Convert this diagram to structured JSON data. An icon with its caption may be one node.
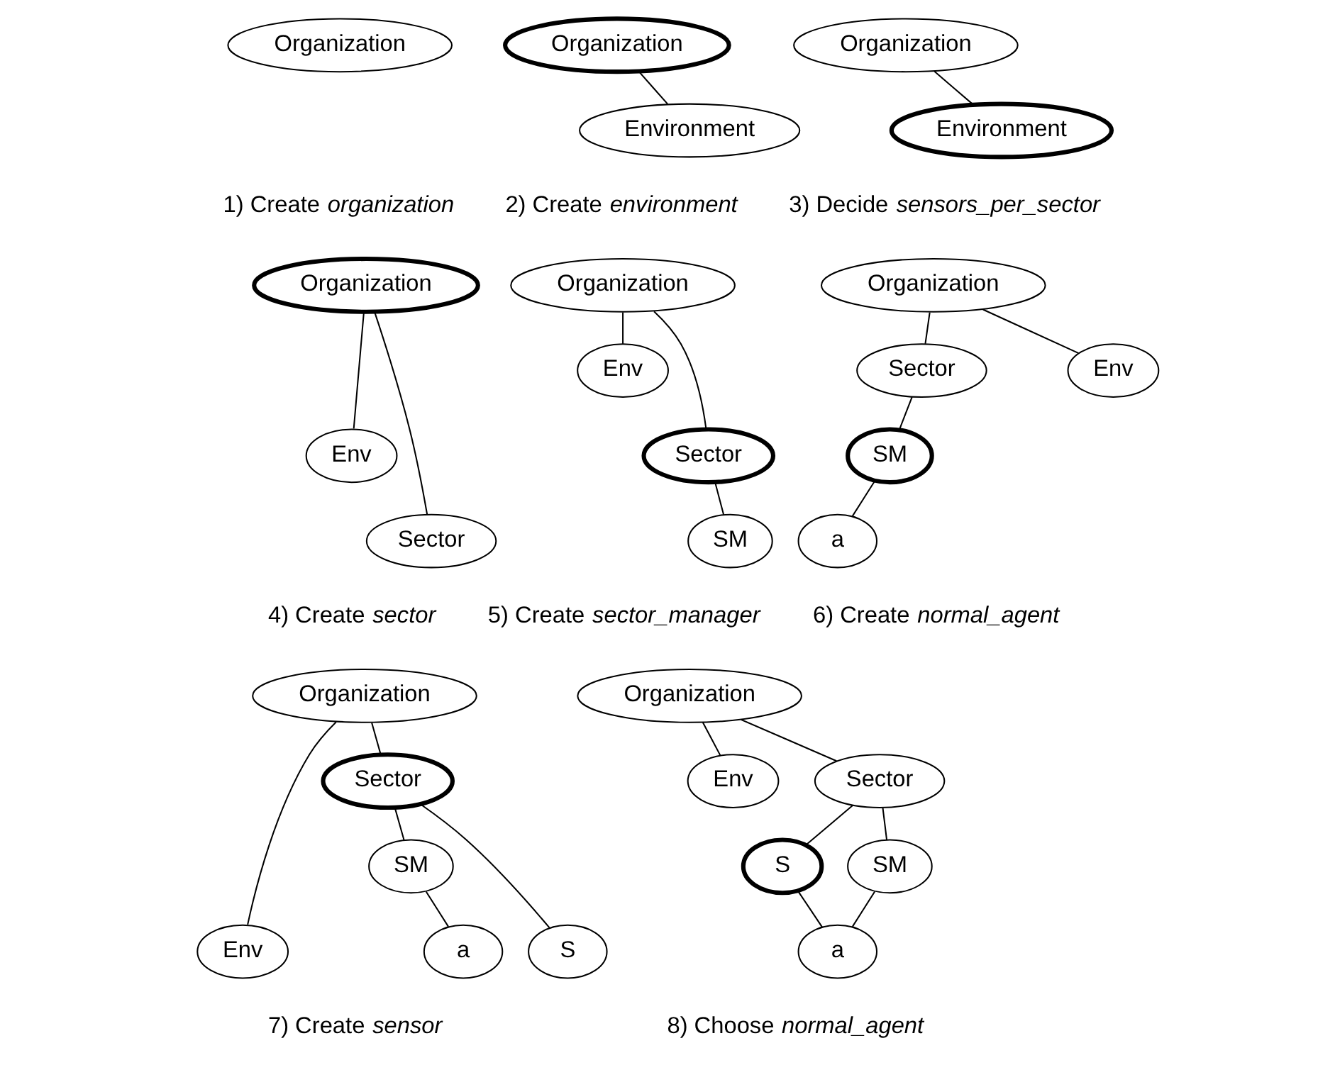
{
  "diagram": {
    "nodes": [
      {
        "text": [
          "Organization"
        ]
      },
      {
        "text": [
          "Organization"
        ]
      },
      {
        "text": [
          "Environment"
        ]
      },
      {
        "text": [
          "Organization"
        ]
      },
      {
        "text": [
          "Environment"
        ]
      },
      {
        "text": [
          "Organization"
        ]
      },
      {
        "text": [
          "Env"
        ]
      },
      {
        "text": [
          "Sector"
        ]
      },
      {
        "text": [
          "Organization"
        ]
      },
      {
        "text": [
          "Env"
        ]
      },
      {
        "text": [
          "Sector"
        ]
      },
      {
        "text": [
          "SM"
        ]
      },
      {
        "text": [
          "Organization"
        ]
      },
      {
        "text": [
          "Env"
        ]
      },
      {
        "text": [
          "Sector"
        ]
      },
      {
        "text": [
          "SM"
        ]
      },
      {
        "text": [
          "a"
        ]
      },
      {
        "text": [
          "Organization"
        ]
      },
      {
        "text": [
          "Env"
        ]
      },
      {
        "text": [
          "Sector"
        ]
      },
      {
        "text": [
          "SM"
        ]
      },
      {
        "text": [
          "S"
        ]
      },
      {
        "text": [
          "a"
        ]
      },
      {
        "text": [
          "Organization"
        ]
      },
      {
        "text": [
          "Env"
        ]
      },
      {
        "text": [
          "Sector"
        ]
      },
      {
        "text": [
          "SM"
        ]
      },
      {
        "text": [
          "S"
        ]
      },
      {
        "text": [
          "a"
        ]
      }
    ],
    "edges": [
      {
        "from": 1,
        "to": 2,
        "arrow": "none"
      },
      {
        "from": 3,
        "to": 4,
        "arrow": "none"
      },
      {
        "from": 5,
        "to": 6,
        "arrow": "none"
      },
      {
        "from": 5,
        "to": 7,
        "arrow": "none"
      },
      {
        "from": 8,
        "to": 9,
        "arrow": "none"
      },
      {
        "from": 8,
        "to": 10,
        "arrow": "none"
      },
      {
        "from": 10,
        "to": 11,
        "arrow": "none"
      },
      {
        "from": 12,
        "to": 13,
        "arrow": "none"
      },
      {
        "from": 12,
        "to": 14,
        "arrow": "none"
      },
      {
        "from": 14,
        "to": 15,
        "arrow": "none"
      },
      {
        "from": 15,
        "to": 16,
        "arrow": "none"
      },
      {
        "from": 17,
        "to": 18,
        "arrow": "none"
      },
      {
        "from": 17,
        "to": 19,
        "arrow": "none"
      },
      {
        "from": 19,
        "to": 20,
        "arrow": "none"
      },
      {
        "from": 19,
        "to": 21,
        "arrow": "none"
      },
      {
        "from": 20,
        "to": 22,
        "arrow": "none"
      },
      {
        "from": 23,
        "to": 24,
        "arrow": "none"
      },
      {
        "from": 23,
        "to": 25,
        "arrow": "none"
      },
      {
        "from": 25,
        "to": 26,
        "arrow": "none"
      },
      {
        "from": 25,
        "to": 27,
        "arrow": "none"
      },
      {
        "from": 26,
        "to": 28,
        "arrow": "none"
      },
      {
        "from": 27,
        "to": 28,
        "arrow": "none"
      }
    ],
    "labels": [
      "1) Create *organization*",
      "2) Create *environment*",
      "3) Decide *sensors_per_sector*",
      "4) Create *sector*",
      "5) Create *sector_manager*",
      "6) Create *normal_agent*",
      "7) Create *sensor*",
      "8) Choose *normal_agent*"
    ]
  }
}
